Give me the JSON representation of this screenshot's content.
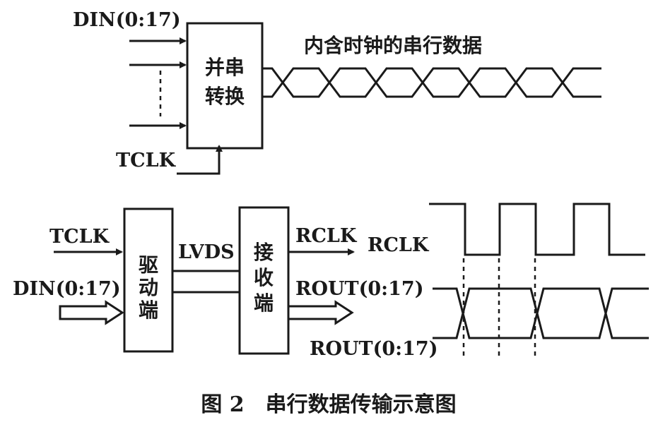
{
  "top": {
    "din_label": "DIN(0:17)",
    "tclk_label": "TCLK",
    "block_line1": "并串",
    "block_line2": "转换",
    "serial_label": "内含时钟的串行数据"
  },
  "bottom": {
    "tclk_label": "TCLK",
    "din_label": "DIN(0:17)",
    "driver_block": [
      "驱",
      "动",
      "端"
    ],
    "lvds_label": "LVDS",
    "receiver_block": [
      "接",
      "收",
      "端"
    ],
    "rclk_out_label": "RCLK",
    "rout_out_label": "ROUT(0:17)",
    "rclk_wave_label": "RCLK",
    "rout_wave_label": "ROUT(0:17)"
  },
  "caption": "图 2　串行数据传输示意图"
}
